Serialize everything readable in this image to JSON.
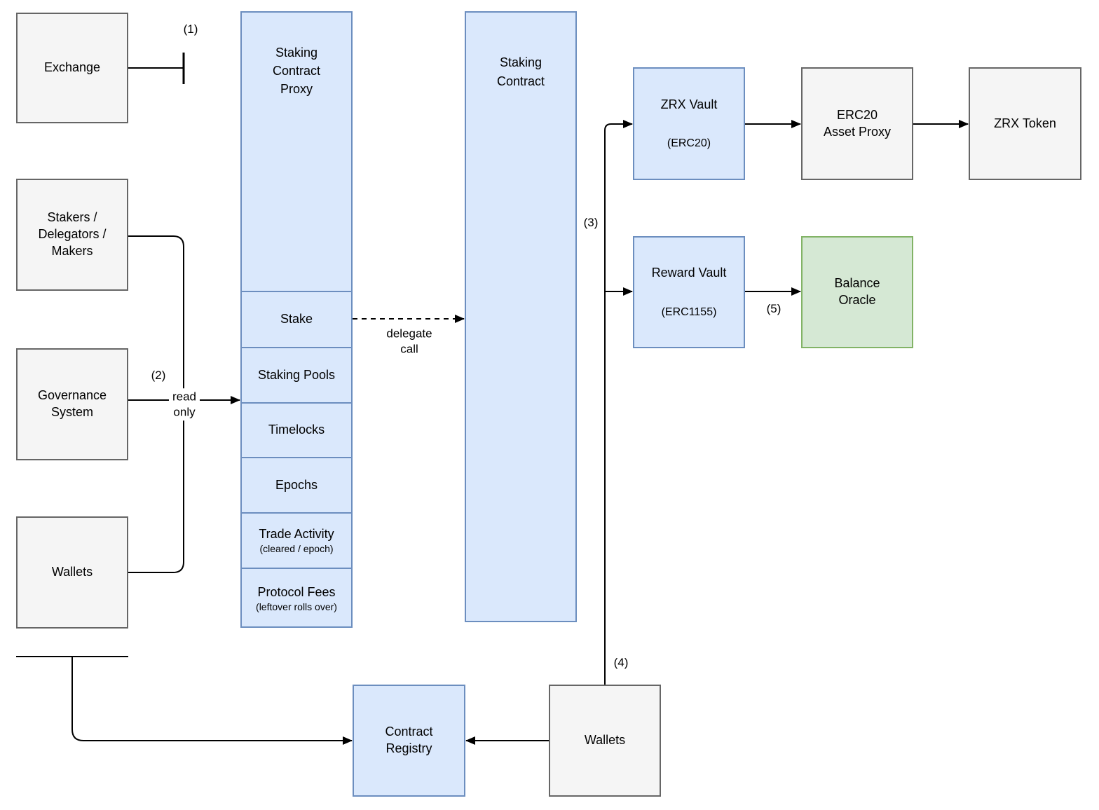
{
  "colors": {
    "blue_fill": "#dae8fc",
    "blue_border": "#6c8ebf",
    "green_fill": "#d5e8d4",
    "green_border": "#82b366",
    "gray_fill": "#f5f5f5",
    "gray_border": "#666666",
    "connector": "#000000"
  },
  "nodes": {
    "exchange": {
      "label": "Exchange"
    },
    "stakers": {
      "label": "Stakers /\nDelegators /\nMakers"
    },
    "governance": {
      "label": "Governance\nSystem"
    },
    "wallets_left": {
      "label": "Wallets"
    },
    "staking_contract_proxy": {
      "title": "Staking\nContract\nProxy",
      "sections": {
        "stake": {
          "label": "Stake"
        },
        "staking_pools": {
          "label": "Staking Pools"
        },
        "timelocks": {
          "label": "Timelocks"
        },
        "epochs": {
          "label": "Epochs"
        },
        "trade_activity": {
          "label": "Trade Activity",
          "sublabel": "(cleared / epoch)"
        },
        "protocol_fees": {
          "label": "Protocol Fees",
          "sublabel": "(leftover rolls over)"
        }
      }
    },
    "staking_contract": {
      "label": "Staking\nContract"
    },
    "zrx_vault": {
      "label": "ZRX Vault",
      "sublabel": "(ERC20)"
    },
    "reward_vault": {
      "label": "Reward Vault",
      "sublabel": "(ERC1155)"
    },
    "erc20_asset_proxy": {
      "label": "ERC20\nAsset Proxy"
    },
    "zrx_token": {
      "label": "ZRX Token"
    },
    "balance_oracle": {
      "label": "Balance\nOracle"
    },
    "contract_registry": {
      "label": "Contract\nRegistry"
    },
    "wallets_bottom": {
      "label": "Wallets"
    }
  },
  "edge_labels": {
    "step1": "(1)",
    "step2": "(2)",
    "read_only": "read\nonly",
    "delegate_call": "delegate\ncall",
    "step3": "(3)",
    "step4": "(4)",
    "step5": "(5)"
  }
}
